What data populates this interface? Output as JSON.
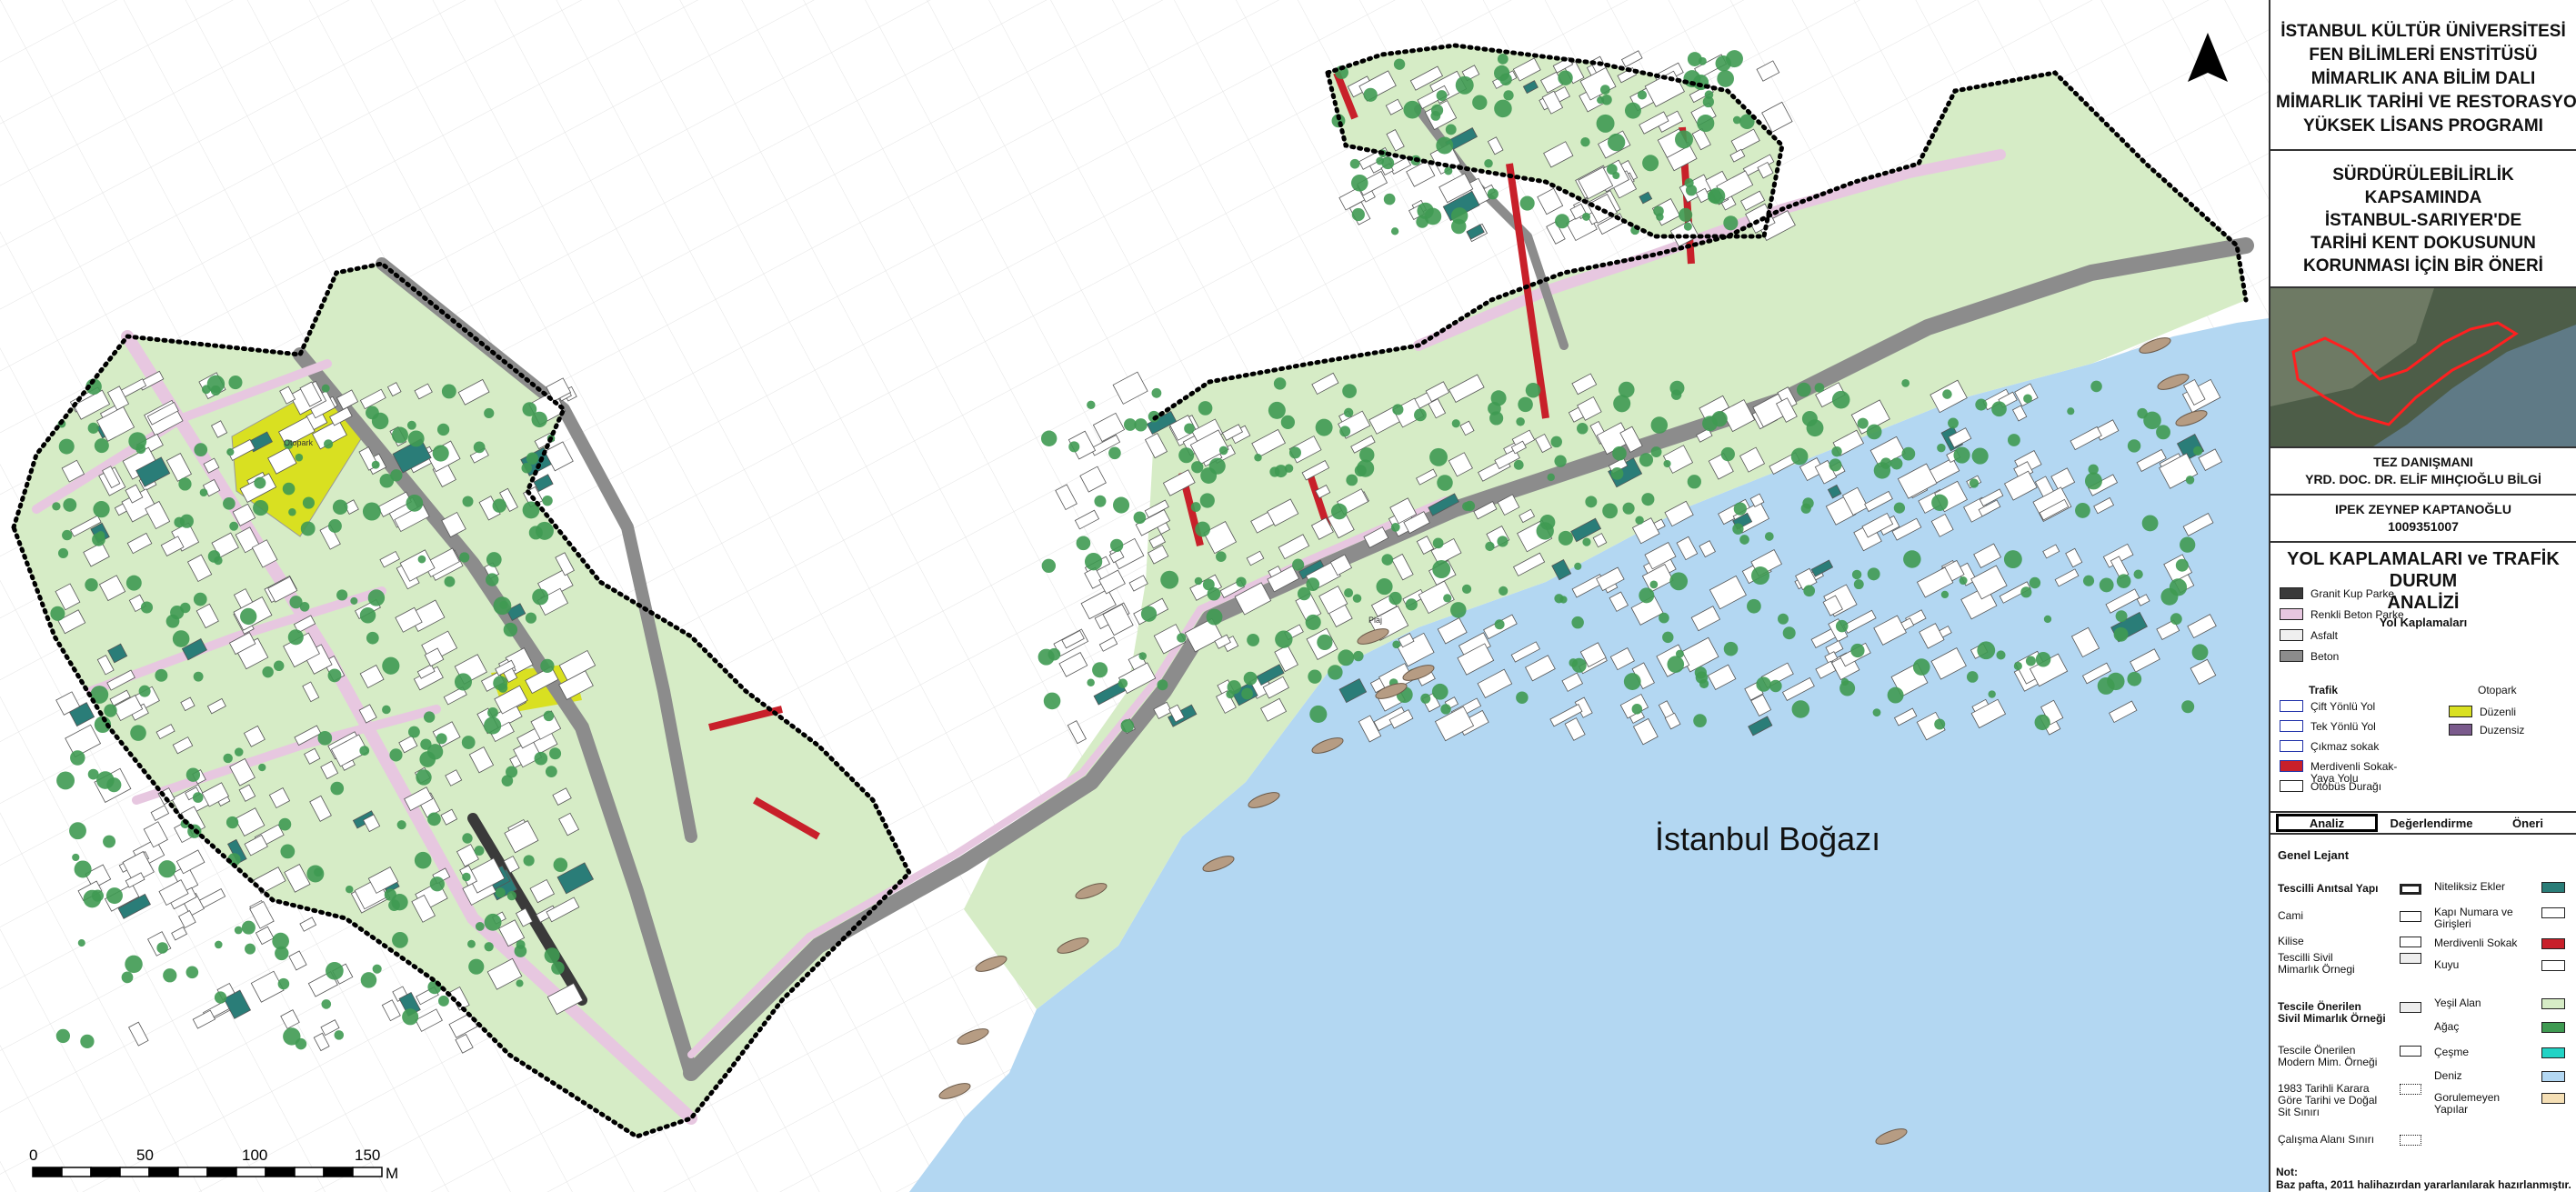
{
  "map": {
    "sea_label": "İstanbul Boğazı",
    "otopark_label": "Otopark",
    "pier_label": "Plaj",
    "north_arrow_icon": "north-arrow-icon",
    "scale": {
      "ticks": [
        "0",
        "50",
        "100",
        "150"
      ],
      "unit": "M"
    },
    "colors": {
      "sea": "#b3d7f2",
      "green": "#d6ecc6",
      "tree": "#3f9a52",
      "granit": "#3a3a3a",
      "renkli_beton": "#e7c7e0",
      "asfalt": "#efefef",
      "beton": "#8c8c8c",
      "merdivenli": "#c8202a",
      "otopark_duzenli": "#d9e021",
      "niteliksiz": "#2a7d78",
      "cesme": "#22d3c5",
      "boundary": "#000000"
    }
  },
  "panel": {
    "university_lines": [
      "İSTANBUL KÜLTÜR ÜNİVERSİTESİ",
      "FEN BİLİMLERİ ENSTİTÜSÜ",
      "MİMARLIK ANA BİLİM DALI",
      "MİMARLIK TARİHİ VE RESTORASYON",
      "YÜKSEK LİSANS PROGRAMI"
    ],
    "thesis_lines": [
      "SÜRDÜRÜLEBİLİRLİK KAPSAMINDA",
      "İSTANBUL-SARIYER'DE",
      "TARİHİ KENT DOKUSUNUN",
      "KORUNMASI İÇİN BİR ÖNERİ"
    ],
    "advisor_title": "TEZ DANIŞMANI",
    "advisor_name": "YRD. DOC. DR. ELİF MIHÇIOĞLU BİLGİ",
    "student_name": "IPEK ZEYNEP KAPTANOĞLU",
    "student_number": "1009351007",
    "sheet_title_1": "YOL KAPLAMALARI ve TRAFİK DURUM",
    "sheet_title_2": "ANALİZİ",
    "sheet_subtitle": "Yol Kaplamaları",
    "paving_legend": [
      {
        "label": "Granit Kup Parke",
        "color": "#3a3a3a"
      },
      {
        "label": "Renkli Beton Parke",
        "color": "#e7c7e0"
      },
      {
        "label": "Asfalt",
        "color": "#efefef"
      },
      {
        "label": "Beton",
        "color": "#8c8c8c"
      }
    ],
    "traffic_title": "Trafik",
    "traffic_legend": [
      {
        "label": "Çift Yönlü Yol",
        "icon": "two-way-arrow-icon"
      },
      {
        "label": "Tek Yönlü Yol",
        "icon": "one-way-arrow-icon"
      },
      {
        "label": "Çıkmaz sokak",
        "icon": "dead-end-icon"
      },
      {
        "label": "Merdivenli Sokak-",
        "label2": "Yaya Yolu",
        "icon": "stair-street-icon"
      },
      {
        "label": "Otobüs Durağı",
        "icon": "bus-stop-icon"
      }
    ],
    "parking_title": "Otopark",
    "parking_legend": [
      {
        "label": "Düzenli",
        "color": "#d9e021"
      },
      {
        "label": "Duzensiz",
        "color": "#7a5a8c"
      }
    ],
    "tabs": [
      "Analiz",
      "Değerlendirme",
      "Öneri"
    ],
    "general_title": "Genel Lejant",
    "general_left": [
      {
        "label": "Tescilli Anıtsal Yapı",
        "bold": true
      },
      {
        "label": "Cami"
      },
      {
        "label": "Kilise"
      },
      {
        "label": "Tescilli Sivil",
        "label2": "Mimarlık Örnegi"
      },
      {
        "label": "Tescile Önerilen",
        "label2": "Sivil Mimarlık Örneği",
        "bold": true
      },
      {
        "label": "Tescile Önerilen",
        "label2": "Modern Mim. Örneği"
      },
      {
        "label": "1983 Tarihli Karara",
        "label2": "Göre Tarihi ve Doğal",
        "label3": "Sit Sınırı"
      },
      {
        "label": "Çalışma Alanı Sınırı"
      }
    ],
    "general_right": [
      {
        "label": "Niteliksiz Ekler",
        "color": "#2a7d78"
      },
      {
        "label": "Kapı Numara ve",
        "label2": "Girişleri",
        "color": "#ffffff"
      },
      {
        "label": "Merdivenli Sokak",
        "color": "#c8202a"
      },
      {
        "label": "Kuyu",
        "color": "#ffffff"
      },
      {
        "label": "Yeşil Alan",
        "color": "#d6ecc6"
      },
      {
        "label": "Ağaç",
        "color": "#3f9a52"
      },
      {
        "label": "Çeşme",
        "color": "#22d3c5"
      },
      {
        "label": "Deniz",
        "color": "#b3d7f2"
      },
      {
        "label": "Gorulemeyen",
        "label2": "Yapılar",
        "color": "#f5dfb5"
      }
    ],
    "note_title": "Not:",
    "note_text": "Baz pafta, 2011 halihazırdan yararlanılarak hazırlanmıştır."
  }
}
